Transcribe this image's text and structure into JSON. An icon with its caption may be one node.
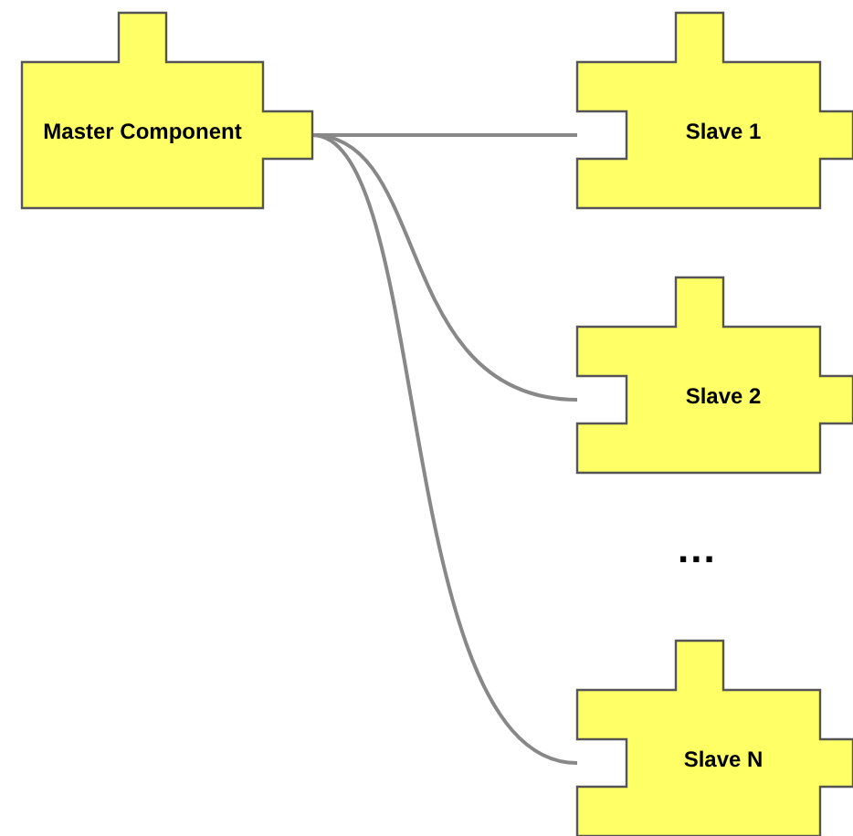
{
  "diagram": {
    "nodes": [
      {
        "text": [
          "Master Component"
        ]
      },
      {
        "text": [
          "Slave 1"
        ]
      },
      {
        "text": [
          "Slave 2"
        ]
      },
      {
        "text": [
          "Slave N"
        ]
      }
    ],
    "edges": [
      {
        "from": 0,
        "to": 1,
        "arrow": "none"
      },
      {
        "from": 0,
        "to": 2,
        "arrow": "none"
      },
      {
        "from": 0,
        "to": 3,
        "arrow": "none"
      }
    ],
    "labels": [
      "..."
    ]
  }
}
